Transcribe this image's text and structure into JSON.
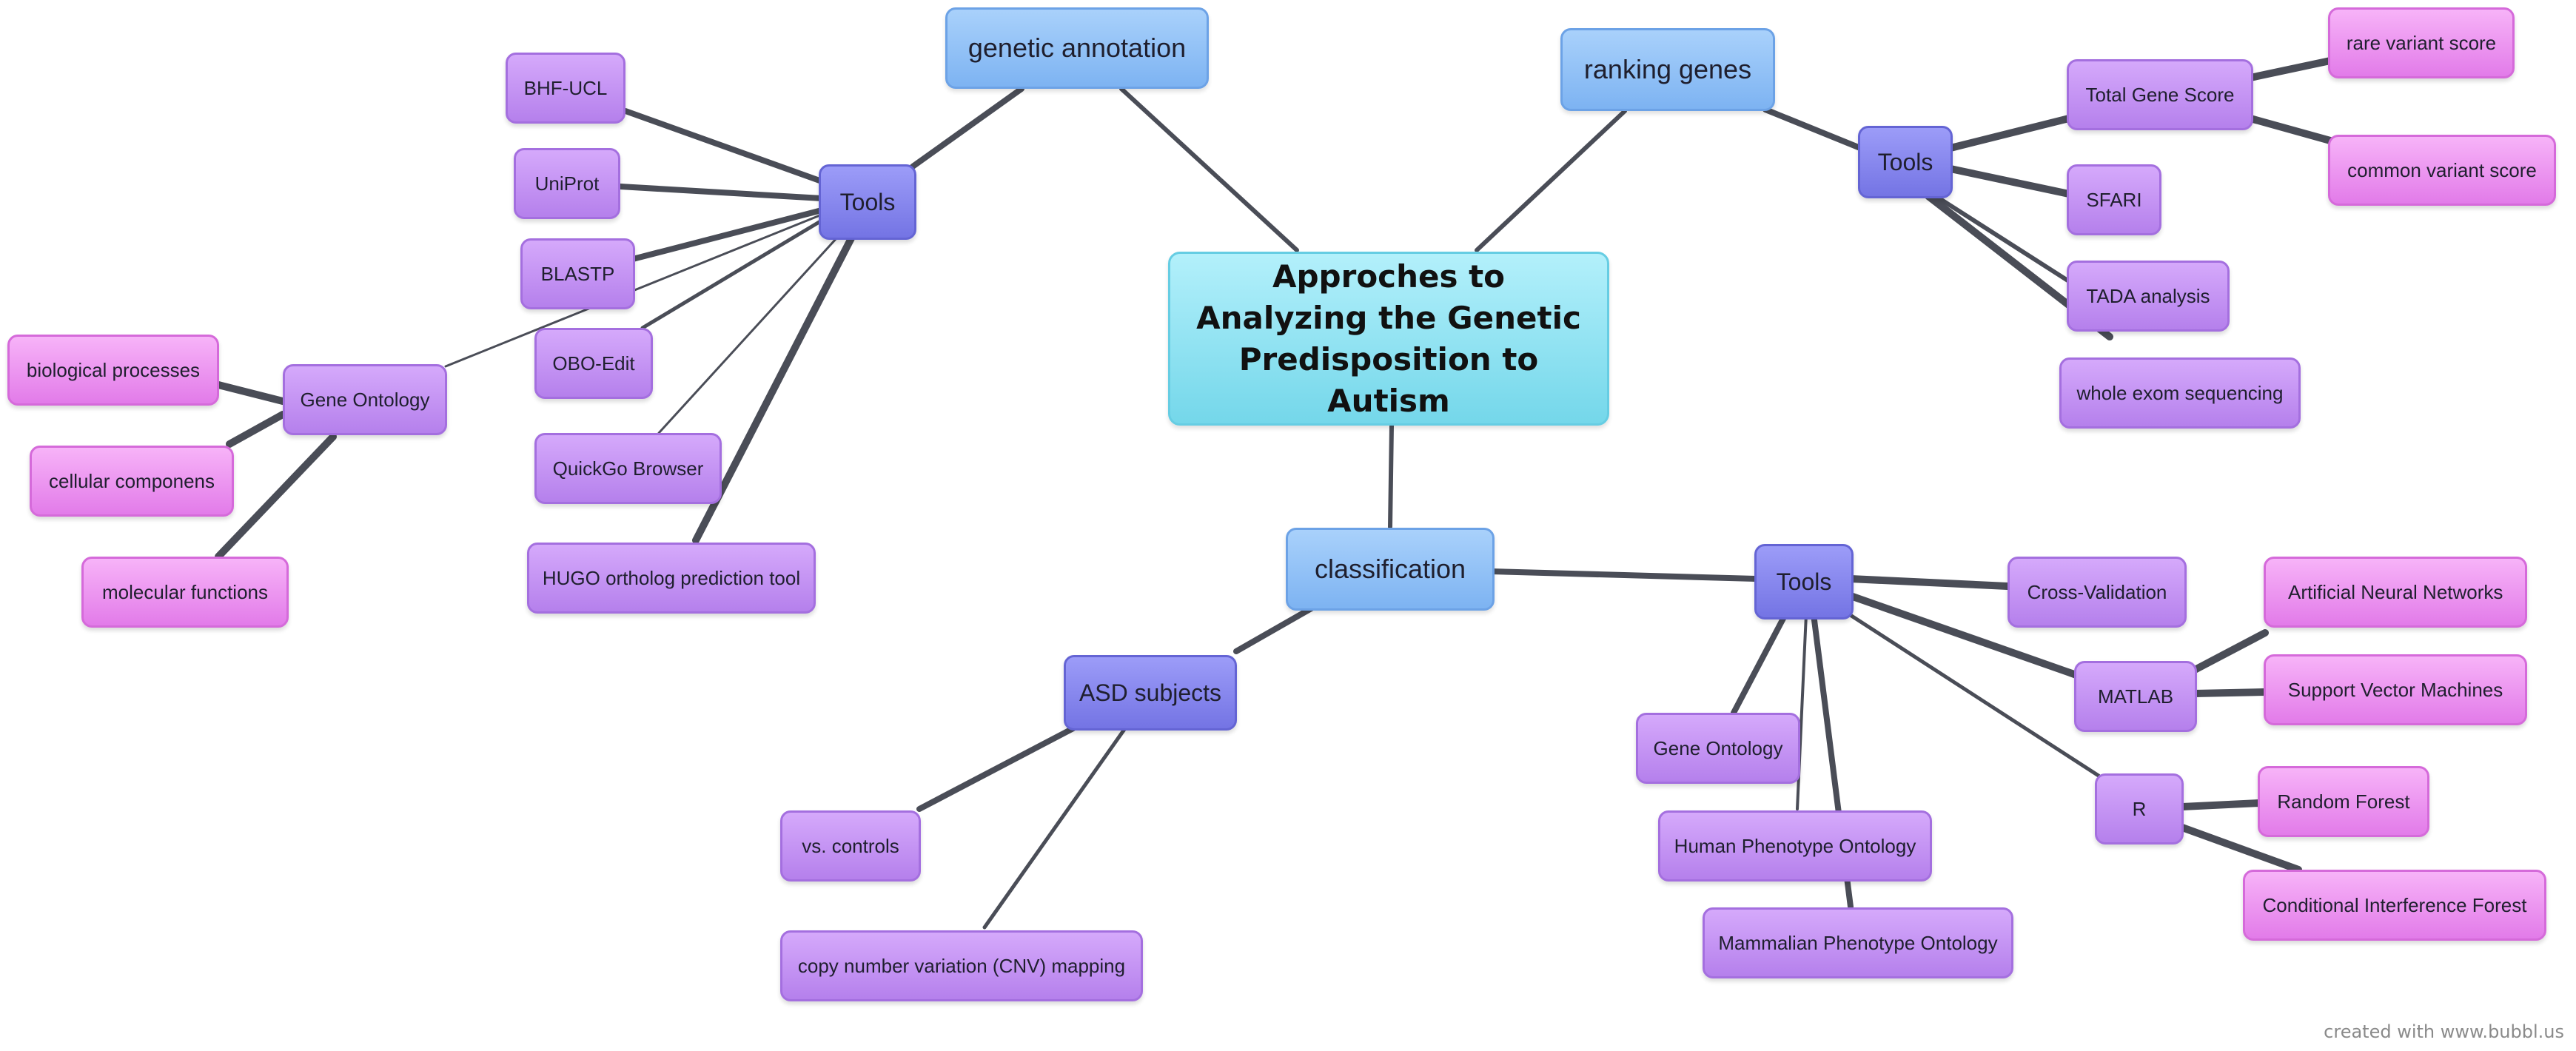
{
  "center": "Approches to Analyzing the Genetic Predisposition to Autism",
  "genetic_annotation": {
    "title": "genetic annotation",
    "tools": "Tools",
    "items": {
      "bhf_ucl": "BHF-UCL",
      "uniprot": "UniProt",
      "blastp": "BLASTP",
      "obo_edit": "OBO-Edit",
      "quickgo": "QuickGo Browser",
      "hugo": "HUGO ortholog prediction tool"
    },
    "gene_ontology": {
      "title": "Gene Ontology",
      "items": {
        "bio": "biological processes",
        "cell": "cellular componens",
        "mol": "molecular functions"
      }
    }
  },
  "ranking_genes": {
    "title": "ranking genes",
    "tools": "Tools",
    "total_gene_score": {
      "title": "Total Gene Score",
      "items": {
        "rare": "rare variant score",
        "common": "common variant score"
      }
    },
    "items": {
      "sfari": "SFARI",
      "tada": "TADA analysis",
      "wes": "whole exom sequencing"
    }
  },
  "classification": {
    "title": "classification",
    "asd": {
      "title": "ASD subjects",
      "items": {
        "controls": "vs. controls",
        "cnv": "copy number variation (CNV)  mapping"
      }
    },
    "tools": "Tools",
    "items": {
      "cross_validation": "Cross-Validation",
      "gene_ontology": "Gene Ontology",
      "hpo": "Human Phenotype Ontology",
      "mpo": "Mammalian Phenotype Ontology"
    },
    "matlab": {
      "title": "MATLAB",
      "items": {
        "ann": "Artificial Neural Networks",
        "svm": "Support Vector Machines"
      }
    },
    "r": {
      "title": "R",
      "items": {
        "rf": "Random Forest",
        "cif": "Conditional Interference Forest"
      }
    }
  },
  "credit": "created with www.bubbl.us",
  "colors": {
    "center": "#8fe3f2",
    "main": "#8fbff5",
    "tools": "#8585ee",
    "sub": "#c08df0",
    "leaf": "#ea92ef",
    "link": "#4a4d57"
  }
}
